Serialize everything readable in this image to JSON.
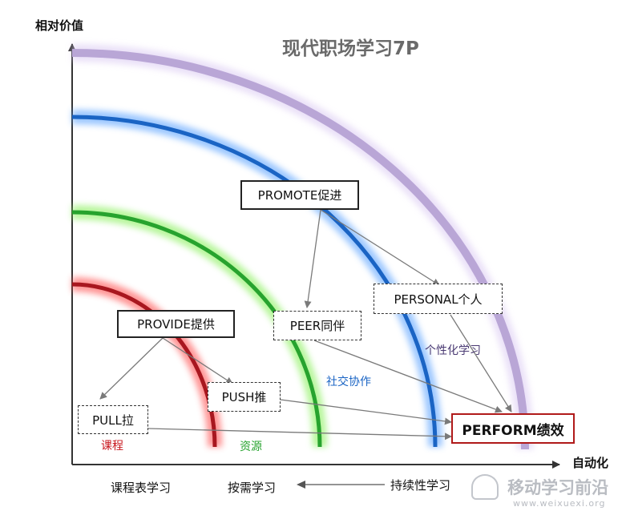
{
  "title": "现代职场学习7P",
  "axes": {
    "y_label": "相对价值",
    "x_label": "自动化"
  },
  "arcs": [
    {
      "name": "课程",
      "color": "#a8171f",
      "glow": "#ff4d4d"
    },
    {
      "name": "资源",
      "color": "#27a32e",
      "glow": "#88f05a"
    },
    {
      "name": "社交协作",
      "color": "#1a64c4",
      "glow": "#5aa2ff"
    },
    {
      "name": "个性化学习",
      "color": "#b9a6d6",
      "glow": "#d9c8f2"
    }
  ],
  "arc_label_colors": {
    "course": "#c8161c",
    "resource": "#27a32e",
    "social": "#1a64c4",
    "personal": "#4a3a73"
  },
  "boxes": {
    "promote": "PROMOTE促进",
    "provide": "PROVIDE提供",
    "personal": "PERSONAL个人",
    "peer": "PEER同伴",
    "push": "PUSH推",
    "pull": "PULL拉",
    "perform": "PERFORM绩效"
  },
  "bottom_labels": {
    "left": "课程表学习",
    "middle": "按需学习",
    "right": "持续性学习"
  },
  "logo": {
    "name": "移动学习前沿",
    "url": "www.weixuexi.org"
  }
}
